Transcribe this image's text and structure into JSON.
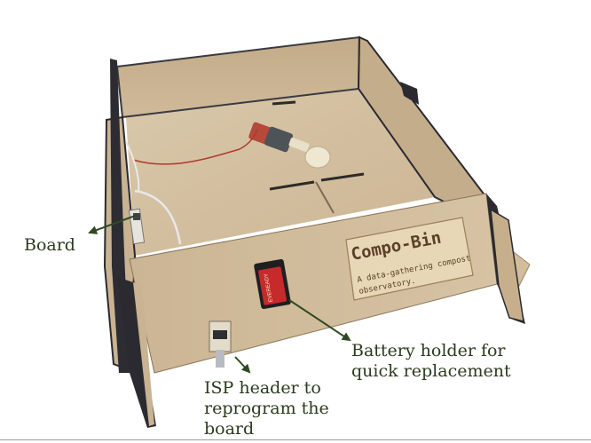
{
  "annotations": {
    "board": "Board",
    "battery": "Battery holder for\nquick replacement",
    "isp": "ISP header to\nreprogram the\nboard"
  },
  "plaque": {
    "title": "Compo-Bin",
    "subtitle": "A data-gathering compost\nobservatory."
  },
  "battery_label": "EVEREADY",
  "colors": {
    "mdf_light": "#d8c7aa",
    "mdf_mid": "#cdb898",
    "mdf_dark": "#b69e7e",
    "edge": "#2a2a30",
    "battery_red": "#c62a2a",
    "annotation_text": "#2b3b1e",
    "arrow": "#2f4a22"
  }
}
